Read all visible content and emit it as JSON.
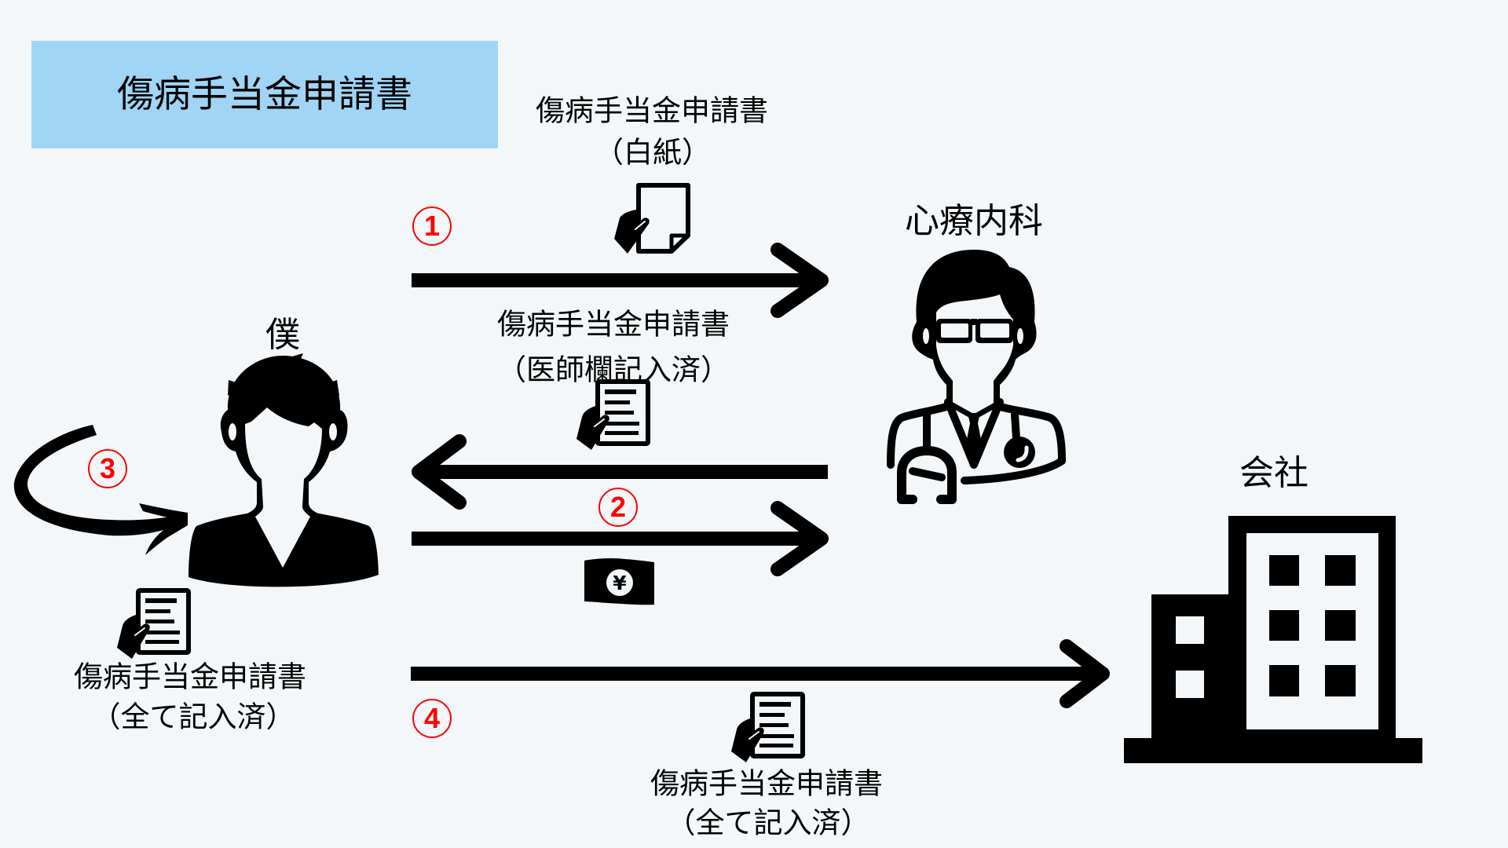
{
  "title": "傷病手当金申請書",
  "colors": {
    "background": "#f3f7f9",
    "title_box": "#a0d5f5",
    "step_number": "#ff0000",
    "ink": "#000000"
  },
  "actors": {
    "me": {
      "label": "僕",
      "icon": "person-icon"
    },
    "clinic": {
      "label": "心療内科",
      "icon": "doctor-icon"
    },
    "company": {
      "label": "会社",
      "icon": "office-building-icon"
    }
  },
  "steps": [
    {
      "number": "1",
      "from": "me",
      "to": "clinic",
      "items": [
        "blank_form"
      ]
    },
    {
      "number": "2",
      "from": "clinic",
      "to": "me",
      "items": [
        "doctor_filled_form"
      ],
      "return_items": [
        "payment"
      ]
    },
    {
      "number": "3",
      "from": "me",
      "to": "me",
      "items": [
        "self_filled_form"
      ]
    },
    {
      "number": "4",
      "from": "me",
      "to": "company",
      "items": [
        "submitted_form"
      ]
    }
  ],
  "documents": {
    "blank_form": {
      "name": "傷病手当金申請書",
      "status": "（白紙）",
      "icon": "hand-holding-blank-paper-icon"
    },
    "doctor_filled_form": {
      "name": "傷病手当金申請書",
      "status": "（医師欄記入済）",
      "icon": "hand-holding-document-icon"
    },
    "self_filled_form": {
      "name": "傷病手当金申請書",
      "status": "（全て記入済）",
      "icon": "hand-holding-document-icon"
    },
    "submitted_form": {
      "name": "傷病手当金申請書",
      "status": "（全て記入済）",
      "icon": "hand-holding-document-icon"
    }
  },
  "payment": {
    "icon": "yen-banknote-icon",
    "symbol": "¥"
  }
}
